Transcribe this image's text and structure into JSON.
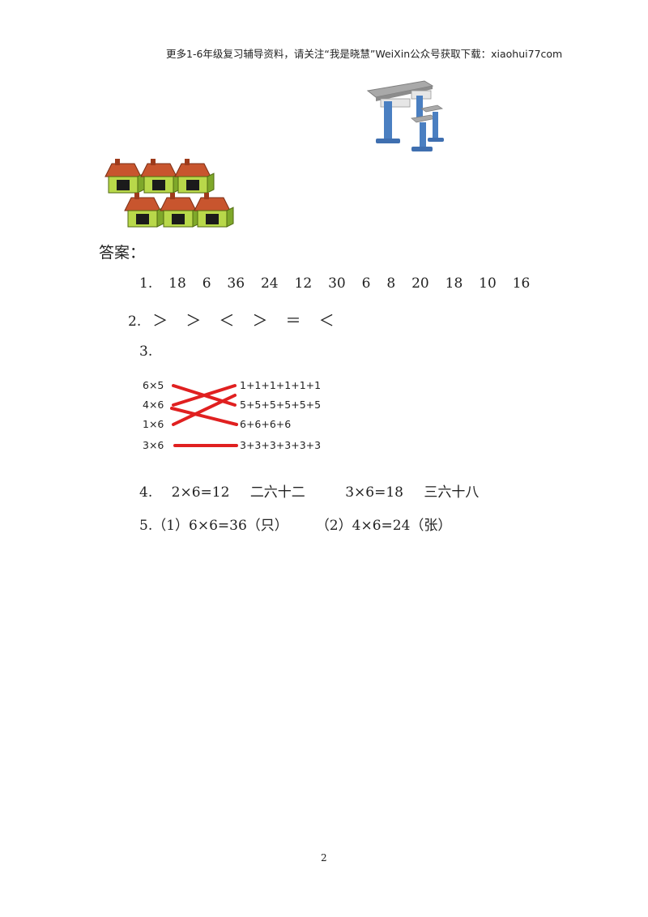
{
  "header": {
    "text": "更多1-6年级复习辅导资料，请关注“我是晓慧”WeiXin公众号获取下载：xiaohui77com"
  },
  "answers_title": "答案：",
  "q1": {
    "label": "1.",
    "values": [
      "18",
      "6",
      "36",
      "24",
      "12",
      "30",
      "6",
      "8",
      "20",
      "18",
      "10",
      "16"
    ]
  },
  "q2": {
    "label": "2.",
    "values": [
      "＞",
      "＞",
      "＜",
      "＞",
      "＝",
      "＜"
    ]
  },
  "q3": {
    "label": "3.",
    "left": [
      "6×5",
      "4×6",
      "1×6",
      "3×6"
    ],
    "right": [
      "1+1+1+1+1+1",
      "5+5+5+5+5+5",
      "6+6+6+6",
      "3+3+3+3+3+3"
    ],
    "line_color": "#e02020"
  },
  "q4": {
    "label": "4.",
    "parts": [
      "2×6=12",
      "二六十二",
      "3×6=18",
      "三六十八"
    ]
  },
  "q5": {
    "label": "5.",
    "part1": "（1）6×6=36（只）",
    "part2": "（2）4×6=24（张）"
  },
  "page_number": "2"
}
